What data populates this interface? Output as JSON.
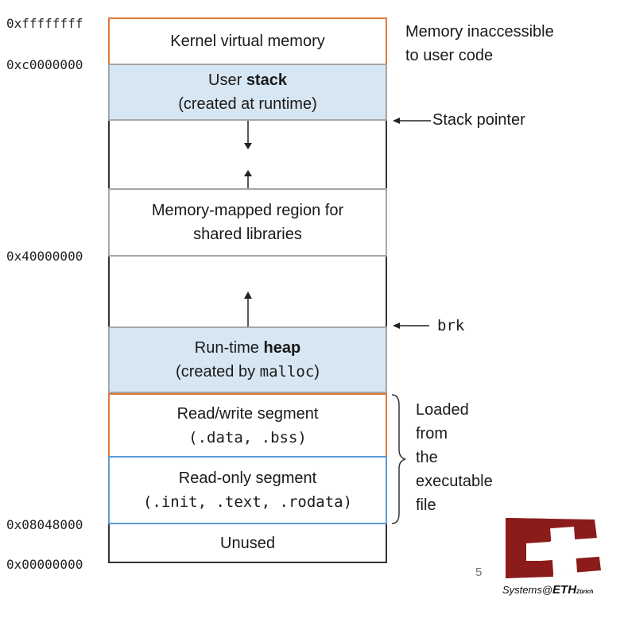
{
  "colors": {
    "blue_fill": "#d6e6f3",
    "orange_border": "#e07b39",
    "blue_border": "#5b9bd5",
    "eth_red": "#8c1b1b"
  },
  "addresses": {
    "top": "0xffffffff",
    "kernel_start": "0xc0000000",
    "mmap": "0x40000000",
    "text_start": "0x08048000",
    "bottom": "0x00000000"
  },
  "segments": {
    "kernel": {
      "label": "Kernel virtual memory"
    },
    "stack": {
      "line1_prefix": "User ",
      "line1_bold": "stack",
      "line2": "(created at runtime)"
    },
    "mmap": {
      "line1": "Memory-mapped region for",
      "line2": "shared libraries"
    },
    "heap": {
      "line1_prefix": "Run-time ",
      "line1_bold": "heap",
      "line2_prefix": "(created by ",
      "line2_code": "malloc",
      "line2_suffix": ")"
    },
    "rw": {
      "line1": "Read/write segment",
      "line2": "(.data, .bss)"
    },
    "ro": {
      "line1": "Read-only segment",
      "line2": "(.init, .text, .rodata)"
    },
    "unused": {
      "label": "Unused"
    }
  },
  "annotations": {
    "kernel_note_1": "Memory inaccessible",
    "kernel_note_2": "to user code",
    "stack_pointer": "Stack pointer",
    "brk": "brk",
    "loaded_1": "Loaded",
    "loaded_2": "from",
    "loaded_3": "the",
    "loaded_4": "executable",
    "loaded_5": "file"
  },
  "footer": {
    "page_number": "5",
    "logo_text_1": "Systems@",
    "logo_text_2": "ETH",
    "logo_text_3": "Zürich"
  }
}
